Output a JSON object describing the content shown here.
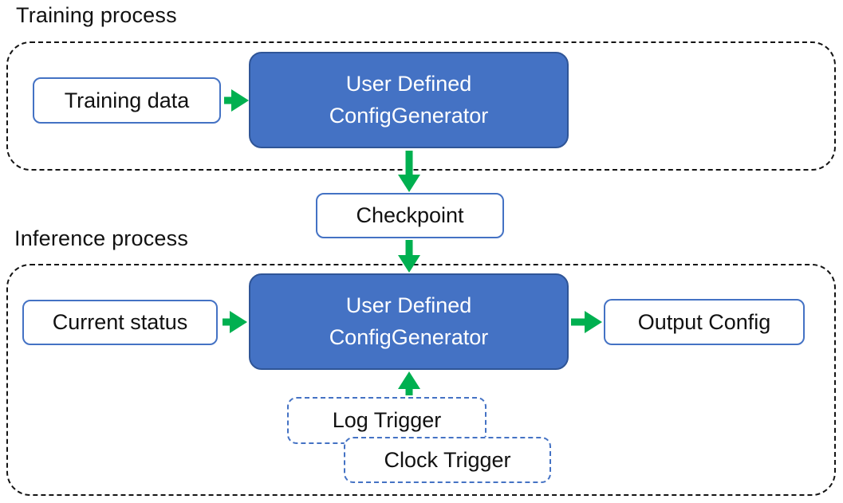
{
  "colors": {
    "node_fill_blue": "#4472C4",
    "node_border_dark_blue": "#2F5597",
    "light_node_border_blue": "#4472C4",
    "trigger_border_blue": "#4472C4",
    "arrow_green": "#00B050",
    "container_border_black": "#141414",
    "text_black": "#111111",
    "text_white": "#ffffff"
  },
  "training": {
    "title": "Training process",
    "nodes": {
      "training_data": "Training data",
      "config_generator": "User Defined\nConfigGenerator"
    }
  },
  "checkpoint": "Checkpoint",
  "inference": {
    "title": "Inference process",
    "nodes": {
      "current_status": "Current status",
      "config_generator": "User Defined\nConfigGenerator",
      "output_config": "Output Config",
      "log_trigger": "Log Trigger",
      "clock_trigger": "Clock Trigger"
    }
  }
}
